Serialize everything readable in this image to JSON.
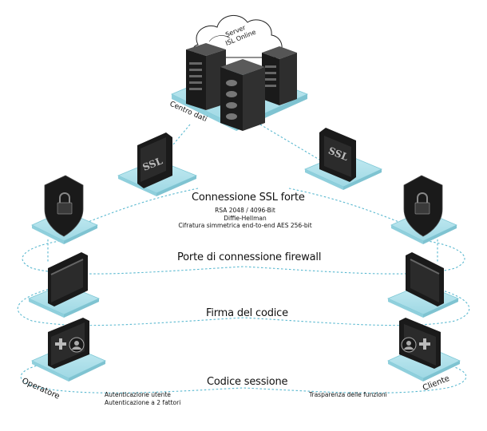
{
  "server": {
    "label_lines": [
      "Server",
      "ISL Online"
    ],
    "datacenter_label": "Centro dati"
  },
  "tiers": {
    "ssl": {
      "title": "Connessione SSL forte",
      "details": [
        "RSA 2048 / 4096-Bit",
        "Diffie-Hellman",
        "Cifratura simmetrica end-to-end AES 256-bit"
      ],
      "badge_text": "SSL"
    },
    "firewall": {
      "title": "Porte di connessione firewall"
    },
    "code_signing": {
      "title": "Firma del codice"
    },
    "session": {
      "title": "Codice sessione"
    }
  },
  "operator": {
    "label": "Operatore",
    "features": [
      "Autenticazione utente",
      "Autenticazione a 2 fattori"
    ]
  },
  "client": {
    "label": "Cliente",
    "features": [
      "Trasparenza delle funzioni"
    ]
  },
  "colors": {
    "tile": "#a9dfe9",
    "tile_edge": "#7ec8d6",
    "device": "#1a1a1a",
    "device_face": "#2b2b2b",
    "dash": "#5bb9d0",
    "cloud": "#ffffff"
  },
  "icons": [
    "server-rack-icon",
    "cloud-icon",
    "ssl-certificate-icon",
    "shield-lock-icon",
    "app-window-icon",
    "monitor-user-plus-icon"
  ]
}
